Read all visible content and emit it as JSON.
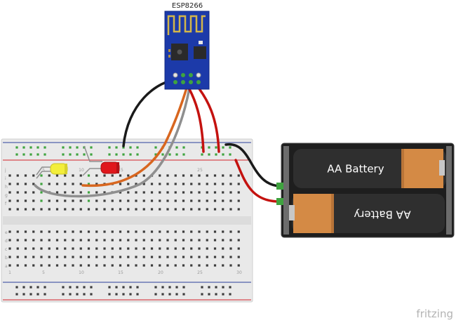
{
  "module": {
    "title": "ESP8266"
  },
  "battery": {
    "label_top": "AA Battery",
    "label_bottom": "AA Battery"
  },
  "breadboard": {
    "row_letters_upper": [
      "j",
      "i",
      "h",
      "g",
      "f"
    ],
    "row_letters_lower": [
      "e",
      "d",
      "c",
      "b",
      "a"
    ],
    "column_numbers": [
      "1",
      "5",
      "10",
      "15",
      "20",
      "25",
      "30"
    ]
  },
  "watermark": {
    "text": "fritzing"
  },
  "colors": {
    "board": "#e9e9e9",
    "rail_red": "#d2232a",
    "rail_blue": "#2c3e9c",
    "hole": "#3c3c3c",
    "connected": "#3fa33f",
    "esp_board": "#1c3aa9",
    "wire_black": "#1a1a1a",
    "wire_orange": "#d8661f",
    "wire_gray": "#8f8f8f",
    "wire_red": "#c4120f",
    "led_yellow": "#f3ee3b",
    "led_red": "#e0171d",
    "battery_holder": "#1e1e1e",
    "battery_cell": "#2f2f2f",
    "battery_copper": "#d48a45"
  }
}
